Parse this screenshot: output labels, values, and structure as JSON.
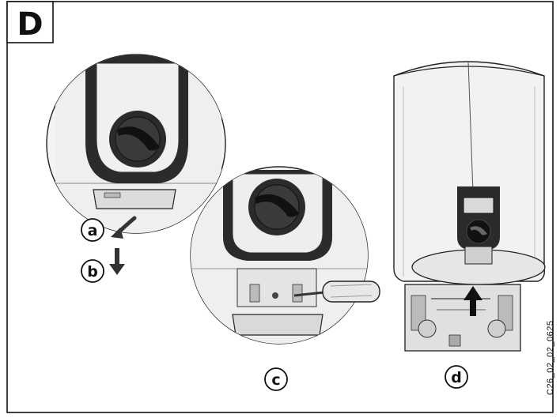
{
  "figure": {
    "section_letter": "D",
    "step_labels": [
      "a",
      "b",
      "c",
      "d"
    ],
    "side_code": "C26_02_02_0625"
  },
  "colors": {
    "frame": "#111111",
    "dark": "#2b2b2b",
    "body_fill": "#f2f2f2",
    "shadow": "#d6d6d6"
  }
}
